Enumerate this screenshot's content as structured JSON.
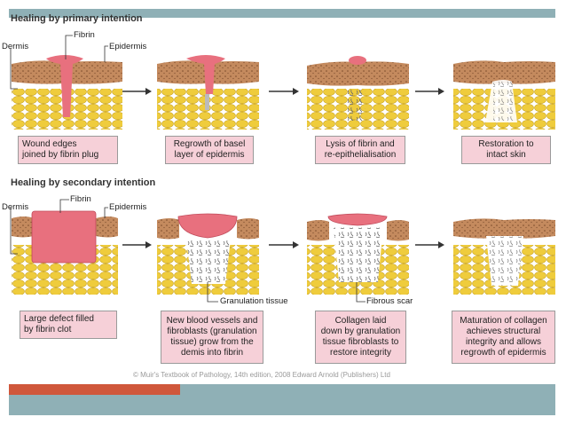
{
  "sections": {
    "primary": {
      "title": "Healing by primary intention",
      "labels": {
        "fibrin": "Fibrin",
        "dermis": "Dermis",
        "epidermis": "Epidermis"
      },
      "captions": [
        [
          "Wound edges",
          "joined by fibrin plug"
        ],
        [
          "Regrowth of basel",
          "layer of epidermis"
        ],
        [
          "Lysis of fibrin and",
          "re-epithelialisation"
        ],
        [
          "Restoration to",
          "intact skin"
        ]
      ]
    },
    "secondary": {
      "title": "Healing by secondary intention",
      "labels": {
        "fibrin": "Fibrin",
        "dermis": "Dermis",
        "epidermis": "Epidermis",
        "granulation": "Granulation tissue",
        "fibrous_scar": "Fibrous scar"
      },
      "captions": [
        [
          "Large defect filled",
          "by fibrin clot"
        ],
        [
          "New blood vessels and",
          "fibroblasts (granulation",
          "tissue) grow from the",
          "demis into fibrin"
        ],
        [
          "Collagen laid",
          "down by granulation",
          "tissue fibroblasts to",
          "restore integrity"
        ],
        [
          "Maturation of collagen",
          "achieves structural",
          "integrity and allows",
          "regrowth of epidermis"
        ]
      ]
    }
  },
  "credit": "© Muir's Textbook of Pathology, 14th edition, 2008 Edward Arnold (Publishers) Ltd",
  "colors": {
    "epidermis": "#c48a5e",
    "fibrin": "#e8707e",
    "fat": "#efcc3c",
    "caption_bg": "#f6d0d8",
    "slide_bar": "#8fb0b6",
    "accent_bar": "#d0573b"
  }
}
